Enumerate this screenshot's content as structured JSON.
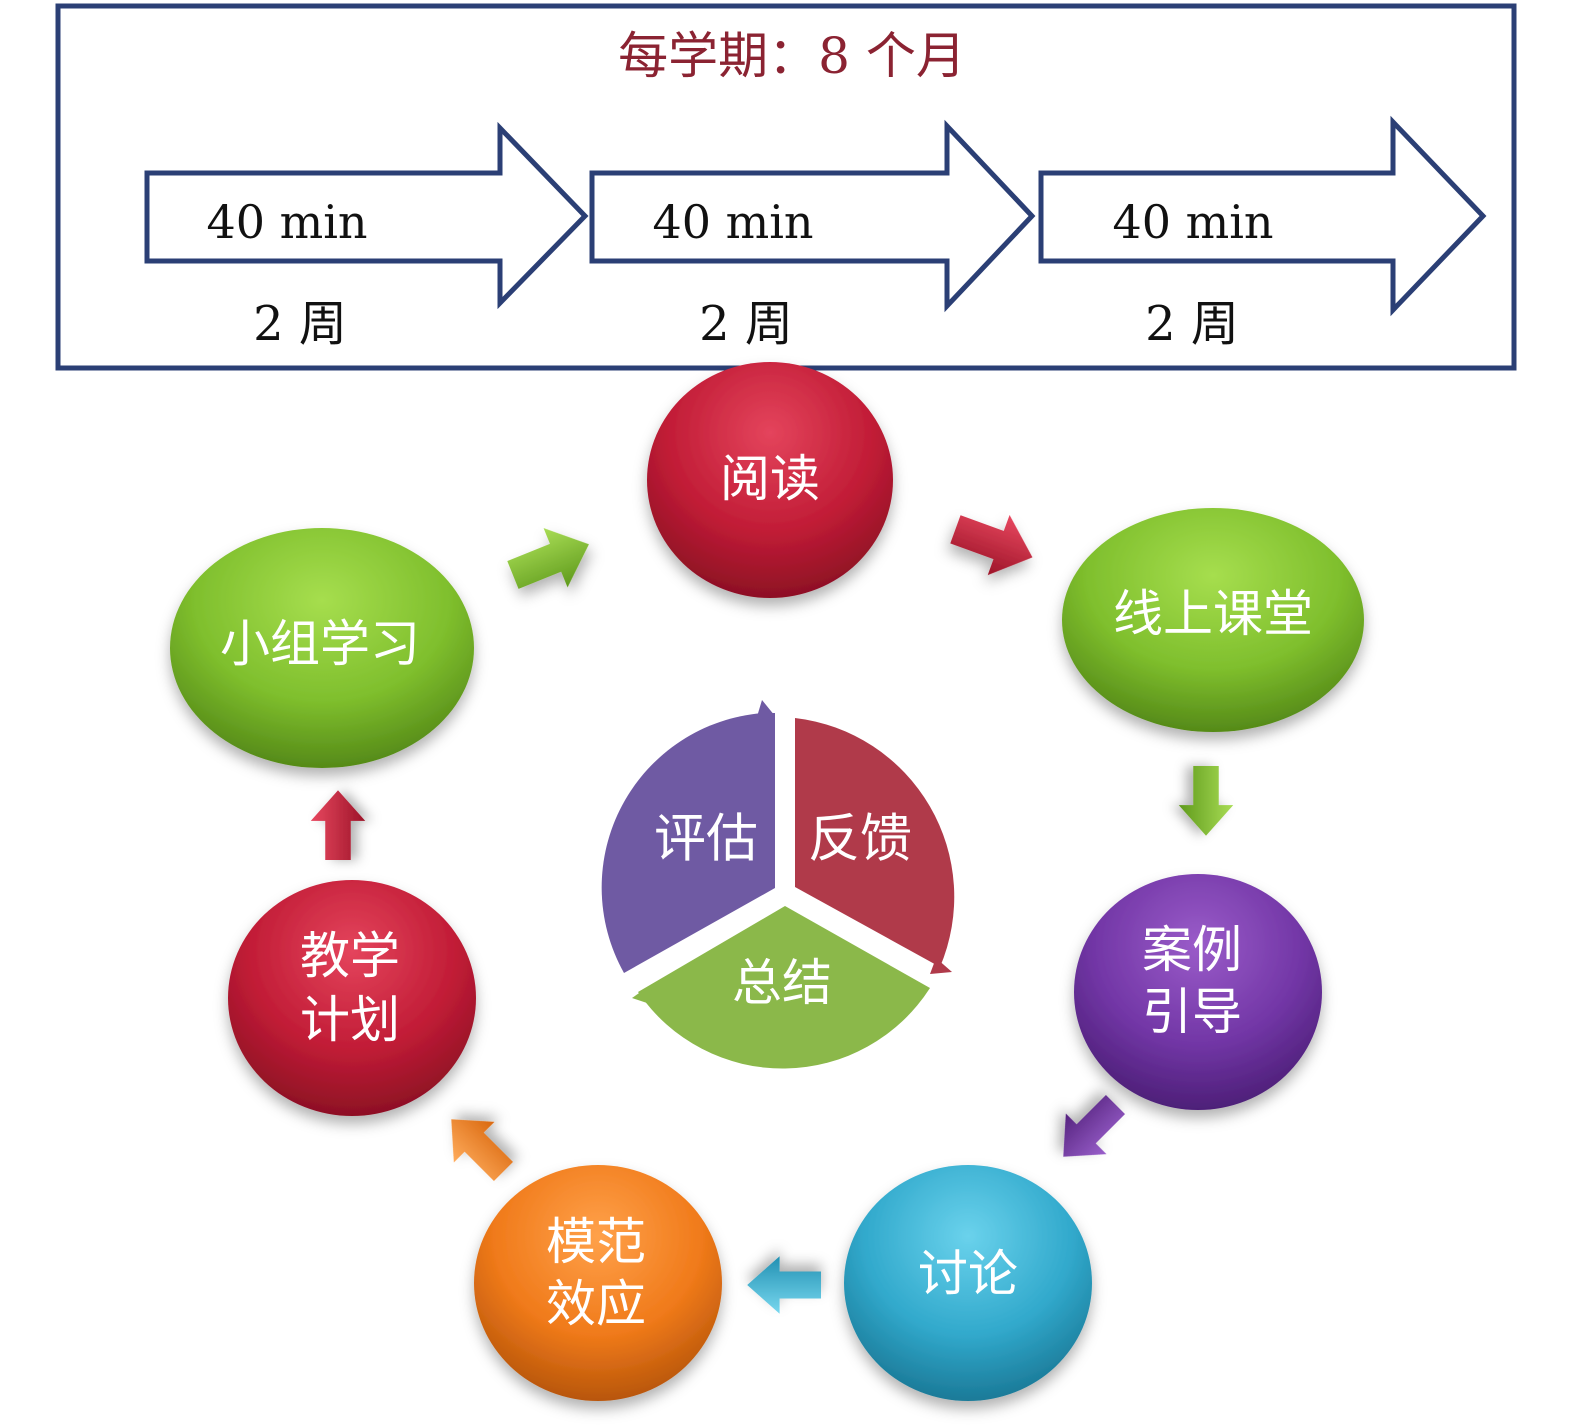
{
  "header": {
    "title": "每学期：8 个月",
    "title_color": "#8b2332",
    "border_color": "#2b3f75",
    "arrows": [
      {
        "duration": "40 min",
        "period": "2 周"
      },
      {
        "duration": "40 min",
        "period": "2 周"
      },
      {
        "duration": "40 min",
        "period": "2 周"
      }
    ]
  },
  "cycle": {
    "nodes": [
      {
        "label_line1": "阅读",
        "label_line2": "",
        "color": "red"
      },
      {
        "label_line1": "线上课堂",
        "label_line2": "",
        "color": "green"
      },
      {
        "label_line1": "案例",
        "label_line2": "引导",
        "color": "purple"
      },
      {
        "label_line1": "讨论",
        "label_line2": "",
        "color": "blue"
      },
      {
        "label_line1": "模范",
        "label_line2": "效应",
        "color": "orange"
      },
      {
        "label_line1": "教学",
        "label_line2": "计划",
        "color": "red"
      },
      {
        "label_line1": "小组学习",
        "label_line2": "",
        "color": "green"
      }
    ],
    "center": {
      "segments": [
        {
          "label": "评估",
          "color": "#6f5aa3"
        },
        {
          "label": "反馈",
          "color": "#b03a4a"
        },
        {
          "label": "总结",
          "color": "#8bb84a"
        }
      ]
    }
  }
}
